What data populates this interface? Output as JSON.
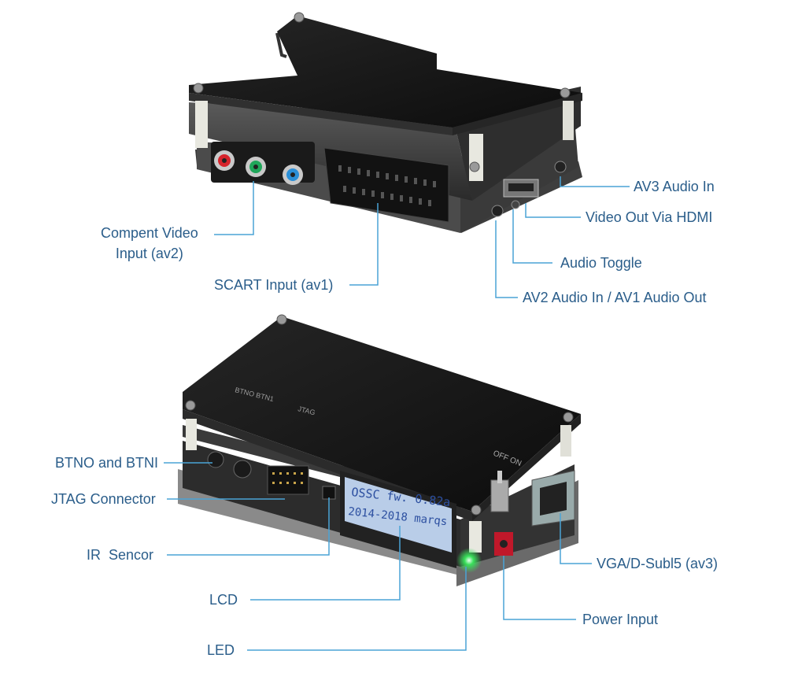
{
  "top_unit": {
    "callouts": {
      "component_video": [
        "Compent Video",
        "Input (av2)"
      ],
      "scart_input": "SCART Input (av1)",
      "av3_audio_in": "AV3 Audio In",
      "video_out_hdmi": "Video Out Via HDMI",
      "audio_toggle": "Audio Toggle",
      "av2_audio": "AV2 Audio In / AV1 Audio Out"
    }
  },
  "bottom_unit": {
    "callouts": {
      "buttons": "BTNO and BTNI",
      "jtag_connector": "JTAG Connector",
      "ir_sensor": "IR  Sencor",
      "lcd": "LCD",
      "led": "LED",
      "vga": "VGA/D-Subl5 (av3)",
      "power_input": "Power Input"
    },
    "silkscreen": {
      "btn_label": "BTNO BTN1",
      "jtag_label": "JTAG",
      "power_switch": "OFF ON"
    },
    "lcd_screen": {
      "line1": "OSSC  fw. 0.82a",
      "line2": "2014-2018  marqs"
    }
  },
  "colors": {
    "leader_line": "#4aa3d6",
    "label_text": "#2a5d8a",
    "acrylic_black": "#141414",
    "lcd_backlight": "#b9cde8",
    "led_green": "#39e05a"
  }
}
